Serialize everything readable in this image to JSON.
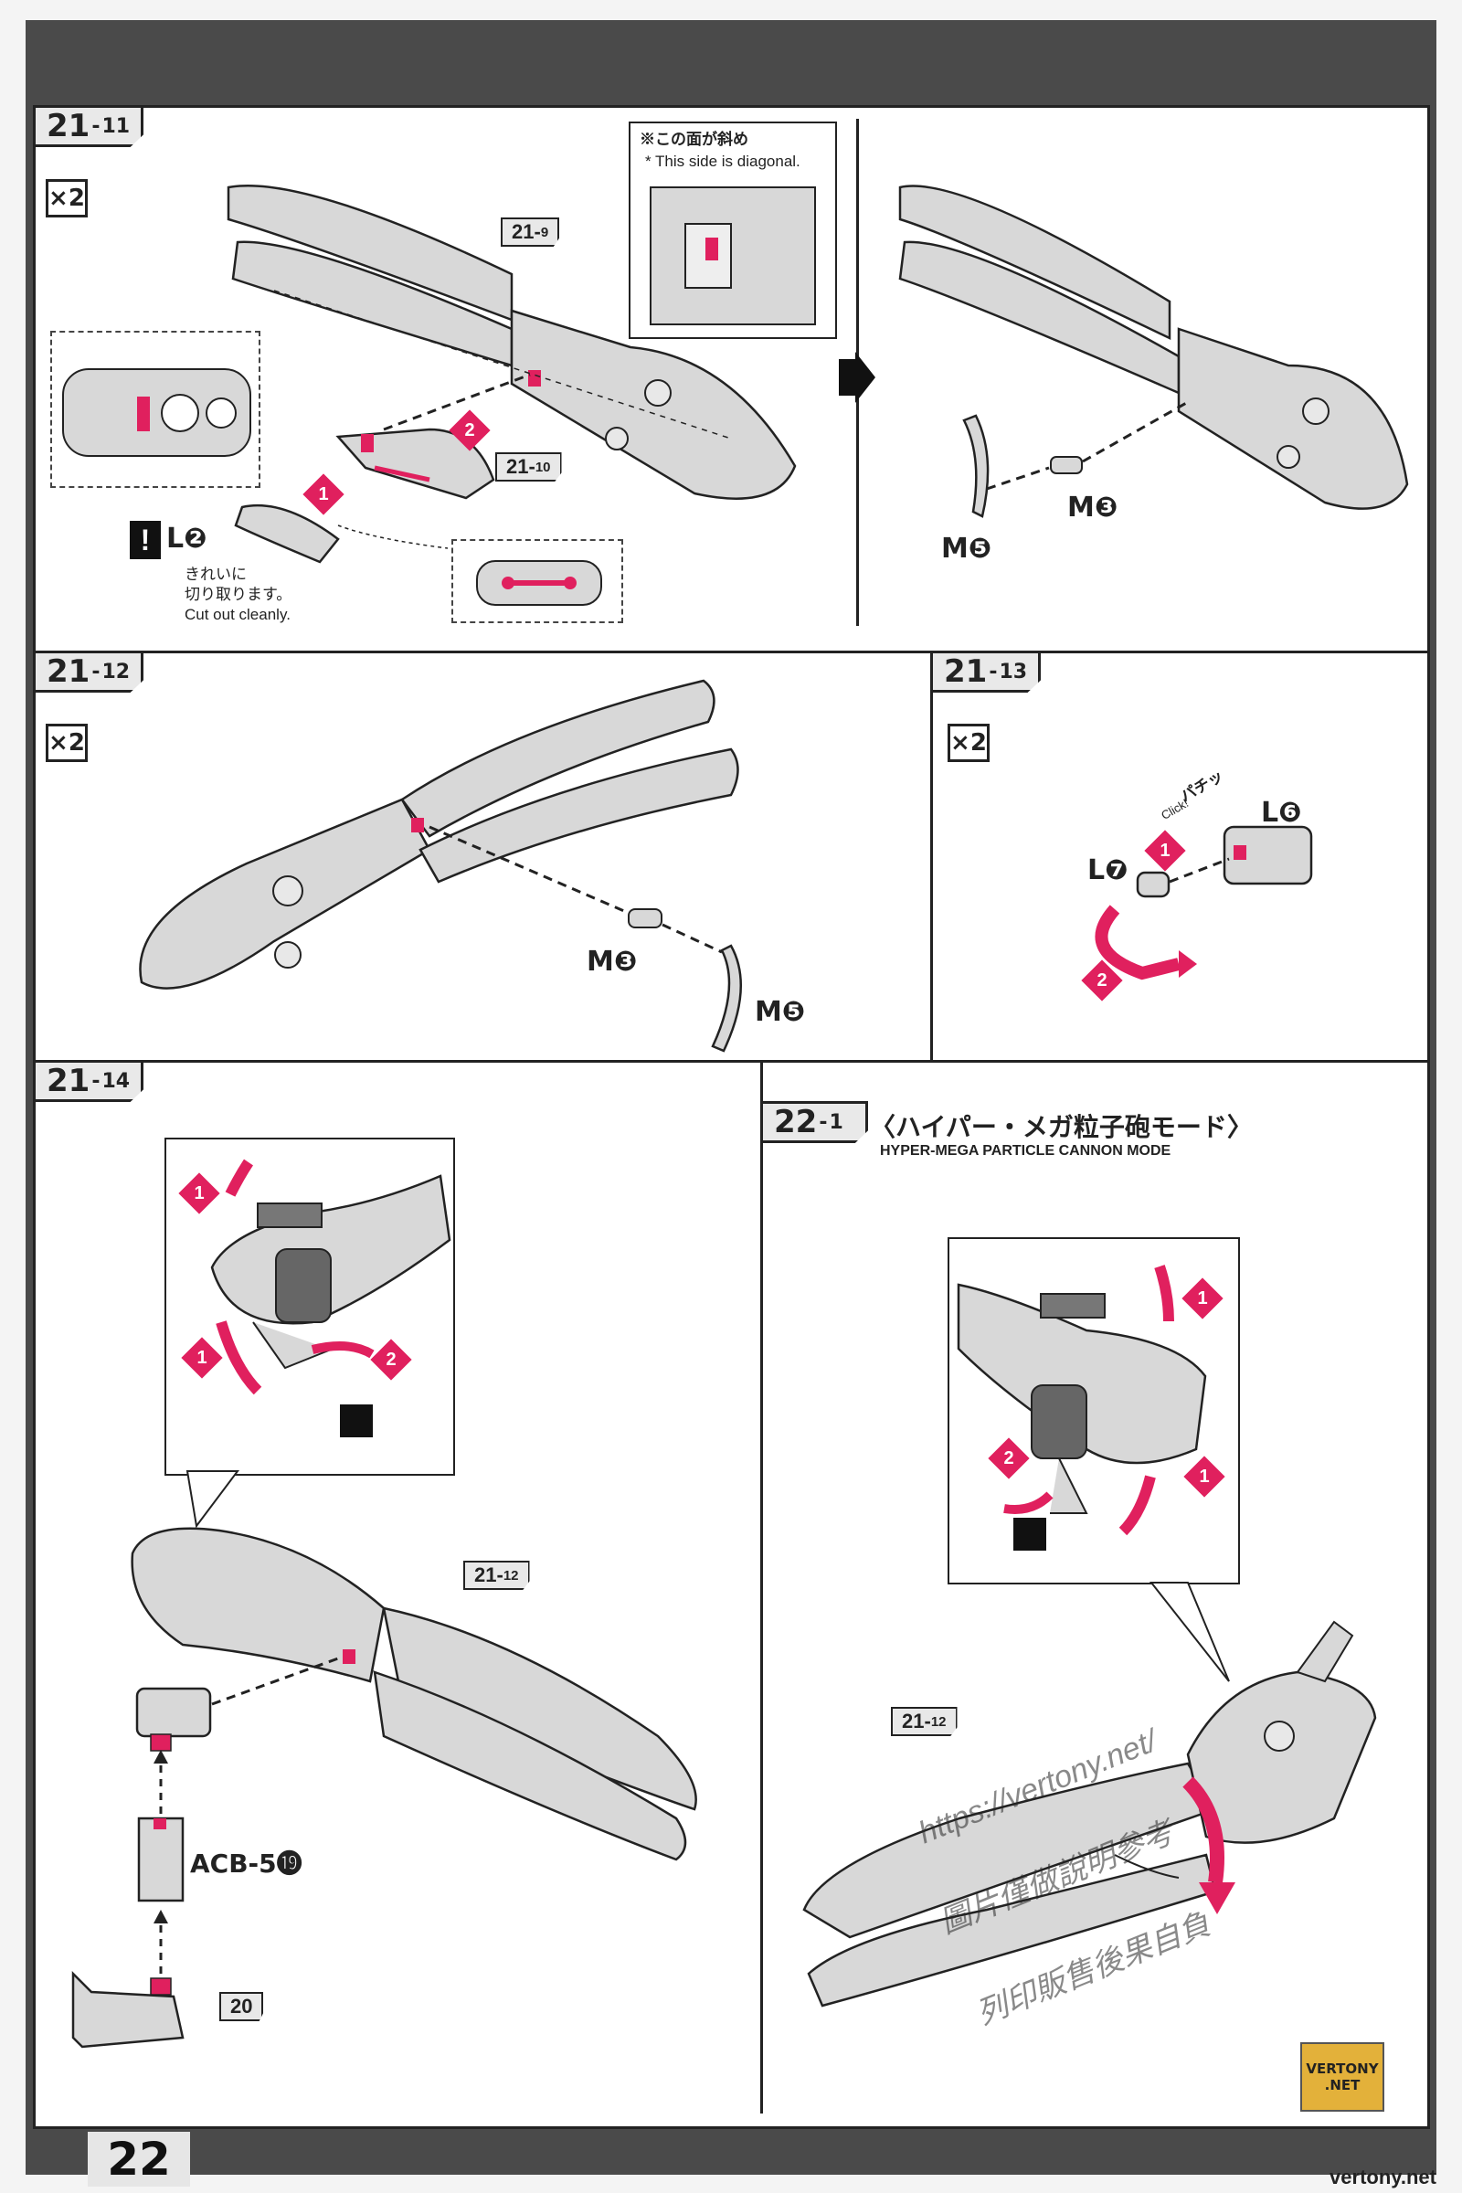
{
  "page": {
    "number": "22"
  },
  "steps": {
    "s21_11": {
      "main": "21",
      "sub": "11",
      "multiplier": "×2",
      "note_jp": "※この面が斜め",
      "note_en": "* This side is diagonal.",
      "ref_a": {
        "main": "21",
        "sub": "9"
      },
      "ref_b": {
        "main": "21",
        "sub": "10"
      },
      "part_l2": "L❷",
      "caution_jp_1": "きれいに",
      "caution_jp_2": "切り取ります。",
      "caution_en": "Cut out cleanly.",
      "order_1": "1",
      "order_2": "2",
      "part_m3": "M❸",
      "part_m5": "M❺"
    },
    "s21_12": {
      "main": "21",
      "sub": "12",
      "multiplier": "×2",
      "part_m3": "M❸",
      "part_m5": "M❺"
    },
    "s21_13": {
      "main": "21",
      "sub": "13",
      "multiplier": "×2",
      "part_l6": "L❻",
      "part_l7": "L❼",
      "click_jp": "パチッ",
      "click_en": "Click!",
      "order_1": "1",
      "order_2": "2"
    },
    "s21_14": {
      "main": "21",
      "sub": "14",
      "ref": {
        "main": "21",
        "sub": "12"
      },
      "part_acb": "ACB-5⓳",
      "part_20": "20",
      "order_1": "1",
      "order_2": "2"
    },
    "s22_1": {
      "main": "22",
      "sub": "1",
      "title_jp": "〈ハイパー・メガ粒子砲モード〉",
      "title_en": "HYPER-MEGA PARTICLE CANNON MODE",
      "ref": {
        "main": "21",
        "sub": "12"
      },
      "order_1": "1",
      "order_2": "2"
    }
  },
  "watermark": {
    "line1": "https://vertony.net/",
    "line2": "圖片僅做說明參考",
    "line3": "列印販售後果自負"
  },
  "badge": {
    "line1": "VERTONY",
    "line2": ".NET"
  },
  "footer": {
    "url": "vertony.net"
  },
  "colors": {
    "accent": "#e0205e",
    "part": "#d8d8d8",
    "ink": "#222222"
  }
}
